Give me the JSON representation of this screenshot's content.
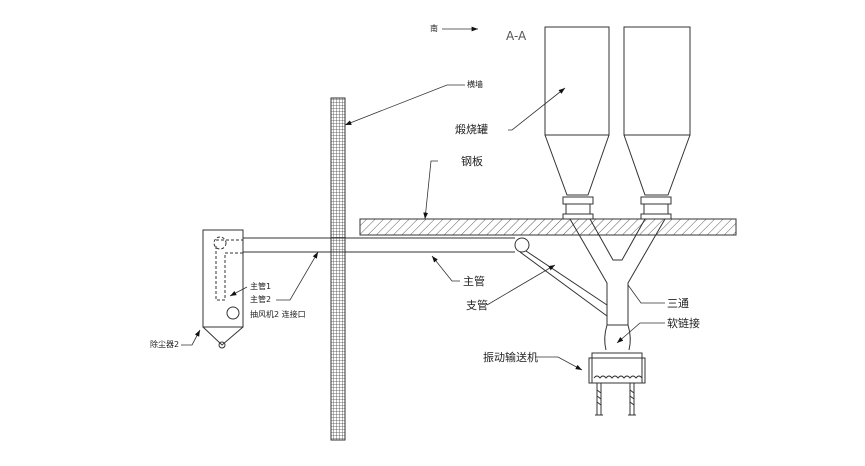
{
  "labels": {
    "north": "南",
    "section": "A-A",
    "wall": "横墙",
    "calciner": "煅烧罐",
    "steel_plate": "钢板",
    "main_pipe_1": "主管1",
    "main_pipe_2": "主管2",
    "fan_port": "抽风机2 连接口",
    "dust_collector": "除尘器2",
    "main_pipe": "主管",
    "branch_pipe": "支管",
    "tee": "三通",
    "soft_joint": "软链接",
    "vibrating_conveyor": "振动输送机"
  }
}
